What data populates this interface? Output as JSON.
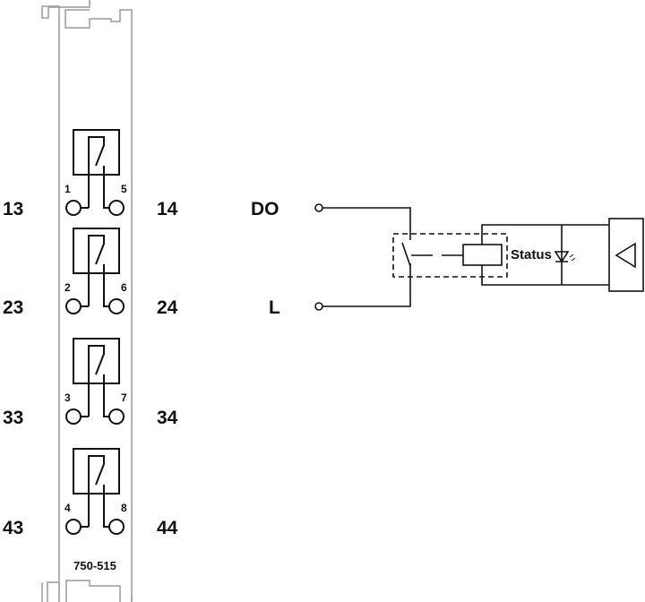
{
  "module": {
    "model": "750-515",
    "channels": [
      {
        "left_terminal": "13",
        "right_terminal": "14",
        "pin_left": "1",
        "pin_right": "5"
      },
      {
        "left_terminal": "23",
        "right_terminal": "24",
        "pin_left": "2",
        "pin_right": "6"
      },
      {
        "left_terminal": "33",
        "right_terminal": "34",
        "pin_left": "3",
        "pin_right": "7"
      },
      {
        "left_terminal": "43",
        "right_terminal": "44",
        "pin_left": "4",
        "pin_right": "8"
      }
    ]
  },
  "schematic": {
    "do_label": "DO",
    "l_label": "L",
    "status_label": "Status"
  },
  "colors": {
    "rail": "#9a9a9a",
    "line": "#111111"
  }
}
